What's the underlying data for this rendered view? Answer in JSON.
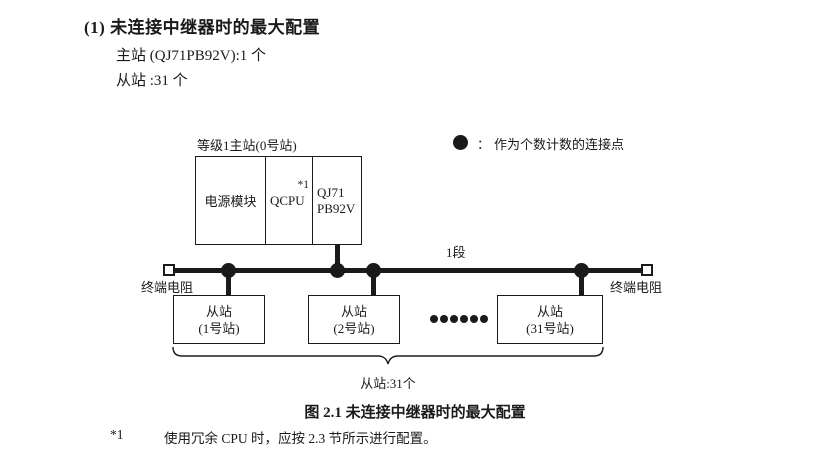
{
  "heading": {
    "title": "(1) 未连接中继器时的最大配置"
  },
  "summary": {
    "line1": "主站 (QJ71PB92V):1 个",
    "line2": "从站 :31 个"
  },
  "legend": {
    "colon": "：",
    "text": "作为个数计数的连接点"
  },
  "diagram": {
    "master_station_label": "等级1主站(0号站)",
    "power_module": "电源模块",
    "qcpu": "QCPU",
    "qcpu_note": "*1",
    "pb92v_line1": "QJ71",
    "pb92v_line2": "PB92V",
    "segment_label": "1段",
    "terminator_left": "终端电阻",
    "terminator_right": "终端电阻",
    "slaves": [
      {
        "name": "从站",
        "station": "(1号站)"
      },
      {
        "name": "从站",
        "station": "(2号站)"
      },
      {
        "name": "从站",
        "station": "(31号站)"
      }
    ],
    "brace_label": "从站:31个"
  },
  "caption": "图 2.1 未连接中继器时的最大配置",
  "footnote": {
    "marker": "*1",
    "text": "使用冗余 CPU 时，应按 2.3 节所示进行配置。"
  }
}
